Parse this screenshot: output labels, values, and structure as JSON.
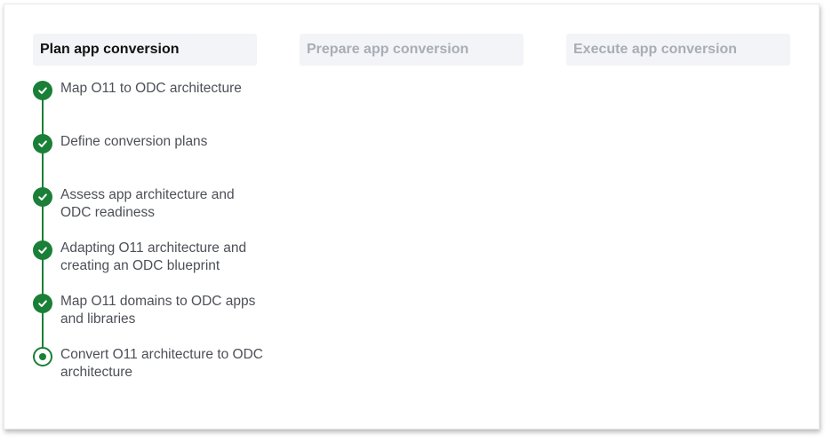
{
  "phases": [
    {
      "label": "Plan app conversion",
      "state": "active"
    },
    {
      "label": "Prepare app conversion",
      "state": "inactive"
    },
    {
      "label": "Execute app conversion",
      "state": "inactive"
    }
  ],
  "steps": [
    {
      "label": "Map O11 to ODC architecture",
      "status": "completed",
      "icon": "check-circle-icon"
    },
    {
      "label": "Define conversion plans",
      "status": "completed",
      "icon": "check-circle-icon"
    },
    {
      "label": "Assess app architecture and ODC readiness",
      "status": "completed",
      "icon": "check-circle-icon"
    },
    {
      "label": "Adapting O11 architecture and creating an ODC blueprint",
      "status": "completed",
      "icon": "check-circle-icon"
    },
    {
      "label": "Map O11 domains to ODC apps and libraries",
      "status": "completed",
      "icon": "check-circle-icon"
    },
    {
      "label": "Convert O11 architecture to ODC architecture",
      "status": "current",
      "icon": "current-step-icon"
    }
  ],
  "colors": {
    "accent_green": "#1a7f37",
    "phase_background": "#f3f4f7",
    "inactive_text": "#a9adb7",
    "step_text": "#4d5057"
  }
}
